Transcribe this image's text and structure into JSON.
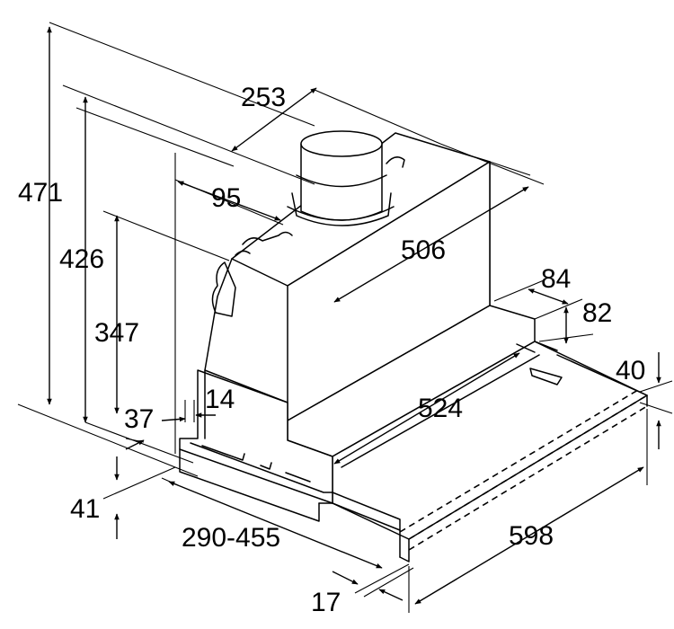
{
  "dimensions": {
    "d253": "253",
    "d95": "95",
    "d471": "471",
    "d426": "426",
    "d506": "506",
    "d347": "347",
    "d84": "84",
    "d82": "82",
    "d14": "14",
    "d37": "37",
    "d40": "40",
    "d524": "524",
    "d41": "41",
    "d290_455": "290-455",
    "d598": "598",
    "d17": "17"
  }
}
